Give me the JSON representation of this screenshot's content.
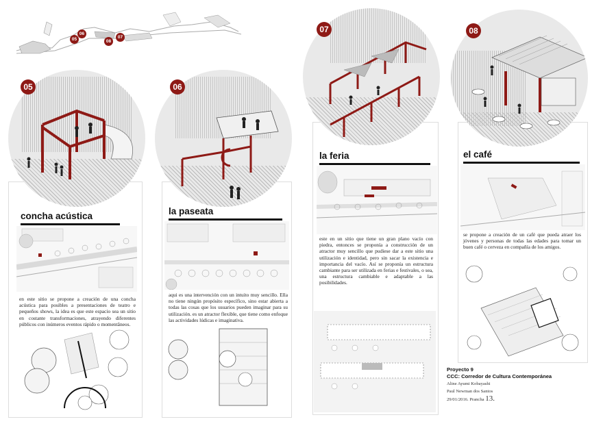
{
  "sections": [
    {
      "id": "05",
      "title": "concha acústica",
      "text": "en este sitio se propone a creación de una concha acústica para posibles a presentaciones de teatro e pequeños shows, la idea es que este espacio sea un sitio en costante transformaciones, atrayendo diferentes públicos con inúmeros eventos rápido o momentâneos."
    },
    {
      "id": "06",
      "title": "la paseata",
      "text": "aqui es una intervención con un intuito muy sencillo. Ella no tiene ningún propósito específico, sino estar abierta a todas las cosas que los usuarios pueden imaginar para su utilización. es un atractor flexible, que tiene como enfoque las actividades lúdicas e imaginativa."
    },
    {
      "id": "07",
      "title": "la feria",
      "text": "este en un sitio que tiene un gran plano vacío con piedra, entonces se proponía a construcción de un atractor muy sencillo que pudiese dar a este sitio una utilización e identidad, pero sin sacar la existencia e importancia del vacío. Así se proponía un estructura cambiante para ser utilizada en ferias e festivales, o sea, una estructura cambiable e adaptable a las posibilidades."
    },
    {
      "id": "08",
      "title": "el café",
      "text": "se propone a creación de un café que pueda atraer los jóvenes y personas de todas las edades para tomar un buen café o cerveza en compañía de los amigos."
    }
  ],
  "key_map_labels": [
    "05",
    "06",
    "08",
    "07"
  ],
  "credits": {
    "project": "Proyecto 9",
    "subtitle": "CCC: Corredor de  Cultura Contemporánea",
    "author1": "Aline Ayumi Kobayashi",
    "author2": "Paul Newman dos Santos",
    "date_sheet": "29/01/2016. Prancha",
    "sheet_number": "13."
  },
  "colors": {
    "accent": "#8e1a16",
    "ink": "#111111"
  }
}
